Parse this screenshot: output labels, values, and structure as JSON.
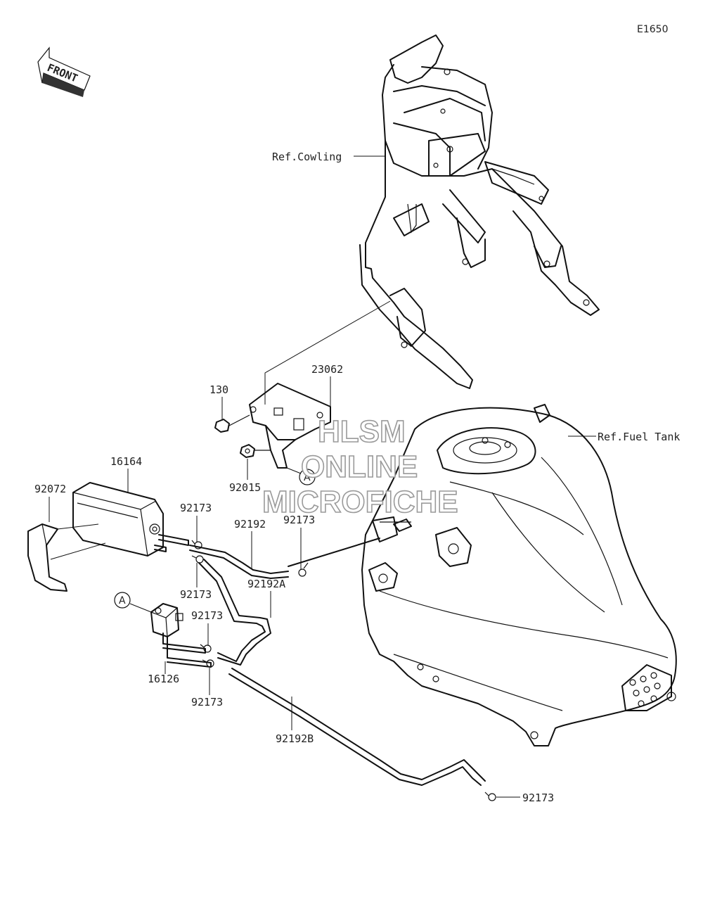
{
  "diagram_code": "E1650",
  "front_arrow": {
    "label": "FRONT"
  },
  "watermark": {
    "line1": "HLSM",
    "line2": "ONLINE",
    "line3": "MICROFICHE"
  },
  "references": {
    "cowling": "Ref.Cowling",
    "fuel_tank": "Ref.Fuel Tank"
  },
  "callout_marker": "A",
  "parts": {
    "p23062": "23062",
    "p130": "130",
    "p92015": "92015",
    "p16164": "16164",
    "p92072": "92072",
    "p92192": "92192",
    "p92192A": "92192A",
    "p92192B": "92192B",
    "p16126": "16126",
    "p92173": "92173"
  }
}
